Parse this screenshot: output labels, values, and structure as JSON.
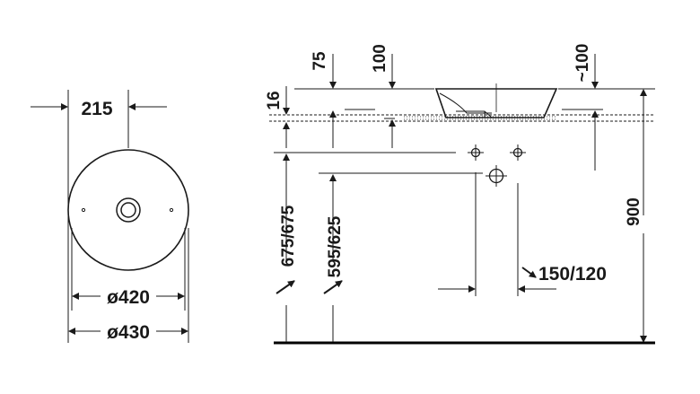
{
  "top_view": {
    "dim_offset": "215",
    "dim_inner_diameter": "ø420",
    "dim_outer_diameter": "ø430"
  },
  "side_view": {
    "dim_rim_height": "16",
    "dim_tap_offset": "75",
    "dim_waste_offset": "100",
    "dim_right_offset": "~100",
    "dim_total_height": "900",
    "dim_height_a": "675/675",
    "dim_height_b": "595/625",
    "dim_spacing": "150/120"
  },
  "colors": {
    "line": "#1a1a1a",
    "floor": "#000000"
  }
}
